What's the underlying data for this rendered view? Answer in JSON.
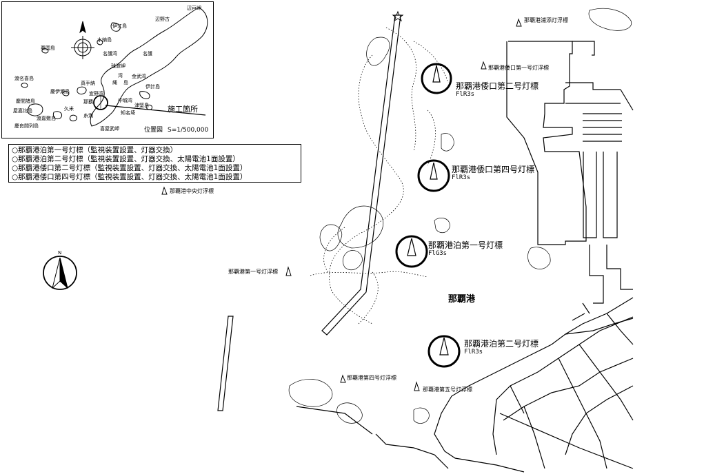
{
  "inset_map": {
    "islands": [
      "辺戸岬",
      "辺野古",
      "伊江島",
      "水納島",
      "名護湾",
      "名護",
      "残波岬",
      "金武湾",
      "伊計島",
      "真手納",
      "宜野湾",
      "那覇",
      "中城湾",
      "津堅島",
      "糸満",
      "知名埼",
      "喜屋武岬",
      "粟国島",
      "渡名喜島",
      "慶伊瀬島",
      "慶間諸島",
      "屋嘉比島",
      "渡嘉敷島",
      "慶良間列島",
      "久米"
    ],
    "work_site_label": "施工箇所",
    "bay_labels": [
      "湾",
      "縄",
      "島"
    ],
    "caption": "位置図",
    "scale": "S=1/500,000"
  },
  "legend": {
    "items": [
      "○那覇港泊第一号灯標（監視装置設置、灯器交換）",
      "○那覇港泊第二号灯標（監視装置設置、灯器交換、太陽電池1面設置）",
      "○那覇港倭口第二号灯標（監視装置設置、灯器交換、太陽電池1面設置）",
      "○那覇港倭口第四号灯標（監視装置設置、灯器交換、太陽電池1面設置）"
    ]
  },
  "beacons": {
    "tomari1": {
      "name": "那覇港泊第一号灯標",
      "code": "FlG3s"
    },
    "tomari2": {
      "name": "那覇港泊第二号灯標",
      "code": "FlR3s"
    },
    "waguchi2": {
      "name": "那覇港倭口第二号灯標",
      "code": "FlR3s"
    },
    "waguchi4": {
      "name": "那覇港倭口第四号灯標",
      "code": "FlR3s"
    }
  },
  "buoys": {
    "chuo": "那覇港中央灯浮標",
    "no1": "那覇港第一号灯浮標",
    "no4": "那覇港第四号灯浮標",
    "no5": "那覇港第五号灯浮標",
    "urazoe": "那覇港浦添灯浮標",
    "waguchi1": "那覇港倭口第一号灯浮標"
  },
  "harbor_label": "那覇港",
  "compass": {
    "north_label": "N"
  },
  "colors": {
    "ink": "#000000",
    "background": "#ffffff"
  }
}
